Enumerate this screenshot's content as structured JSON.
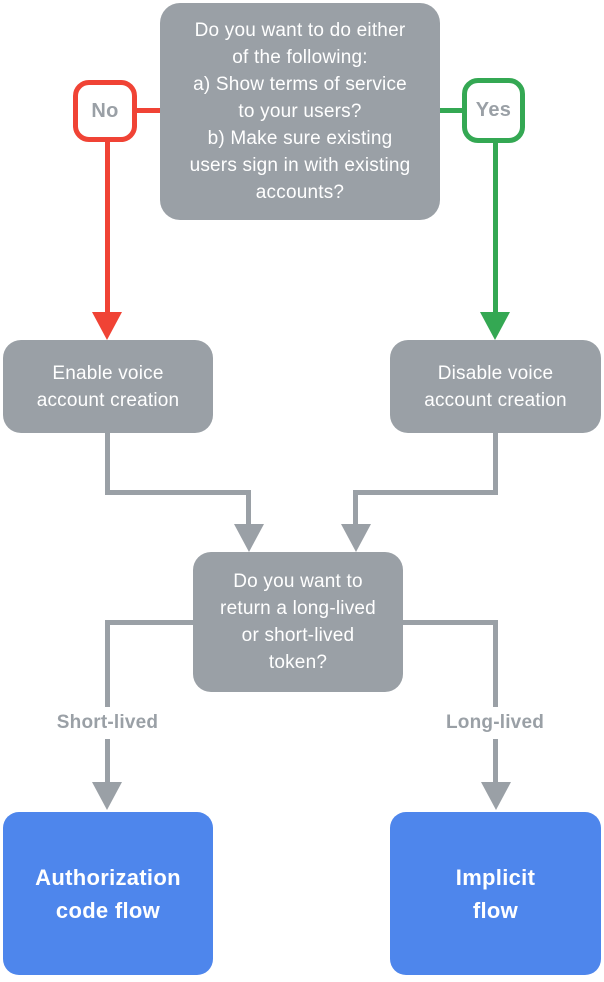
{
  "diagram": {
    "type": "decision-flowchart",
    "nodes": {
      "question_service_terms": "Do you want to do either\nof the following:\na) Show terms of service\nto your users?\nb) Make sure existing\nusers sign in with existing\naccounts?",
      "no_label": "No",
      "yes_label": "Yes",
      "enable_voice": "Enable voice\naccount creation",
      "disable_voice": "Disable voice\naccount creation",
      "question_token": "Do you want to\nreturn a long-lived\nor short-lived\ntoken?",
      "short_lived_label": "Short-lived",
      "long_lived_label": "Long-lived",
      "auth_code_flow": "Authorization\ncode flow",
      "implicit_flow": "Implicit\nflow"
    },
    "edges": [
      {
        "from": "question_service_terms",
        "to": "enable_voice",
        "label": "No",
        "color": "#F04335"
      },
      {
        "from": "question_service_terms",
        "to": "disable_voice",
        "label": "Yes",
        "color": "#34A853"
      },
      {
        "from": "enable_voice",
        "to": "question_token",
        "color": "#9AA0A6"
      },
      {
        "from": "disable_voice",
        "to": "question_token",
        "color": "#9AA0A6"
      },
      {
        "from": "question_token",
        "to": "auth_code_flow",
        "label": "Short-lived",
        "color": "#9AA0A6"
      },
      {
        "from": "question_token",
        "to": "implicit_flow",
        "label": "Long-lived",
        "color": "#9AA0A6"
      }
    ],
    "colors": {
      "node_gray": "#9AA0A6",
      "no_red": "#F04335",
      "yes_green": "#34A853",
      "outcome_blue": "#4E86EC",
      "label_text_gray": "#9AA0A6",
      "node_text_white": "#FFFFFF",
      "background": "#FFFFFF"
    }
  }
}
